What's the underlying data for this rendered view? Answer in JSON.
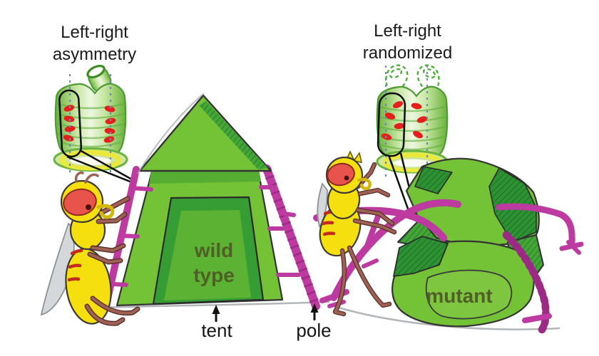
{
  "figure": {
    "captions": {
      "left": {
        "line1": "Left-right",
        "line2": "asymmetry"
      },
      "right": {
        "line1": "Left-right",
        "line2": "randomized"
      }
    },
    "tent_labels": {
      "wild_type": {
        "line1": "wild",
        "line2": "type"
      },
      "mutant": "mutant"
    },
    "annotations": {
      "tent": "tent",
      "pole": "pole"
    },
    "colors": {
      "background": "#ffffff",
      "tent_green_light": "#74c236",
      "tent_green_mid": "#55ad31",
      "tent_green_dark": "#369c34",
      "hatch_green_line": "#176d2a",
      "pole_magenta": "#bd3aa0",
      "pole_magenta_dark": "#8c2377",
      "fly_yellow": "#f6df0e",
      "fly_eye_red": "#e8544b",
      "fly_leg_brown": "#a06154",
      "wing_gray": "#d4d8da",
      "cell_dot_red": "#e51f1c",
      "gut_ring_yellow": "#e8e93c",
      "gut_green": "#8cc63f",
      "midline_dash_blue": "#6f88b5",
      "label_olive": "#4e6026",
      "text_black": "#1a1a1a"
    }
  }
}
